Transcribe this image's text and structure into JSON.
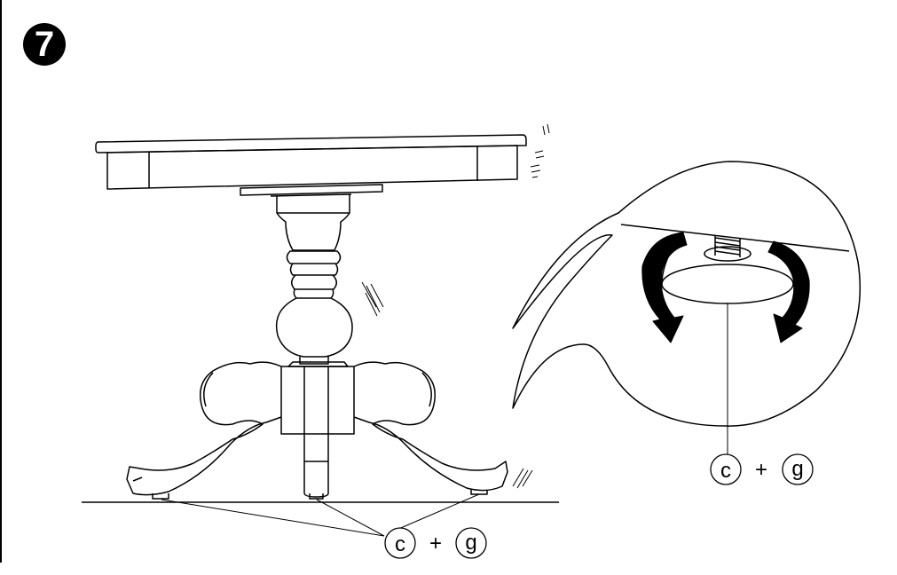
{
  "step": {
    "number": "7"
  },
  "callouts": {
    "main": {
      "part1": "c",
      "plus": "+",
      "part2": "g"
    },
    "detail": {
      "part1": "c",
      "plus": "+",
      "part2": "g"
    }
  },
  "colors": {
    "ink": "#000000",
    "paper": "#ffffff"
  },
  "icons": [
    "rotate-arrow-left-icon",
    "rotate-arrow-right-icon",
    "threaded-bolt-icon"
  ]
}
